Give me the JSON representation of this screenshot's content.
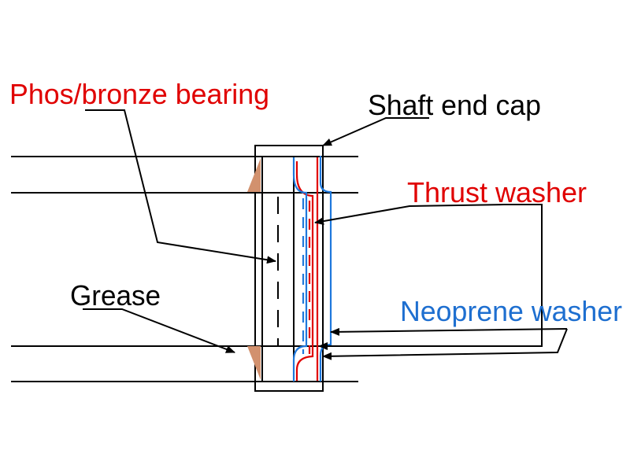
{
  "labels": {
    "phos_bronze_bearing": "Phos/bronze bearing",
    "shaft_end_cap": "Shaft end cap",
    "thrust_washer": "Thrust washer",
    "grease": "Grease",
    "neoprene_washer": "Neoprene washer"
  },
  "colors": {
    "line": "#000000",
    "red_label": "#e00000",
    "blue_label": "#1e6fd0",
    "thrust_washer": "#e00000",
    "neoprene_washer": "#1e78dc",
    "grease": "#d2916e"
  }
}
